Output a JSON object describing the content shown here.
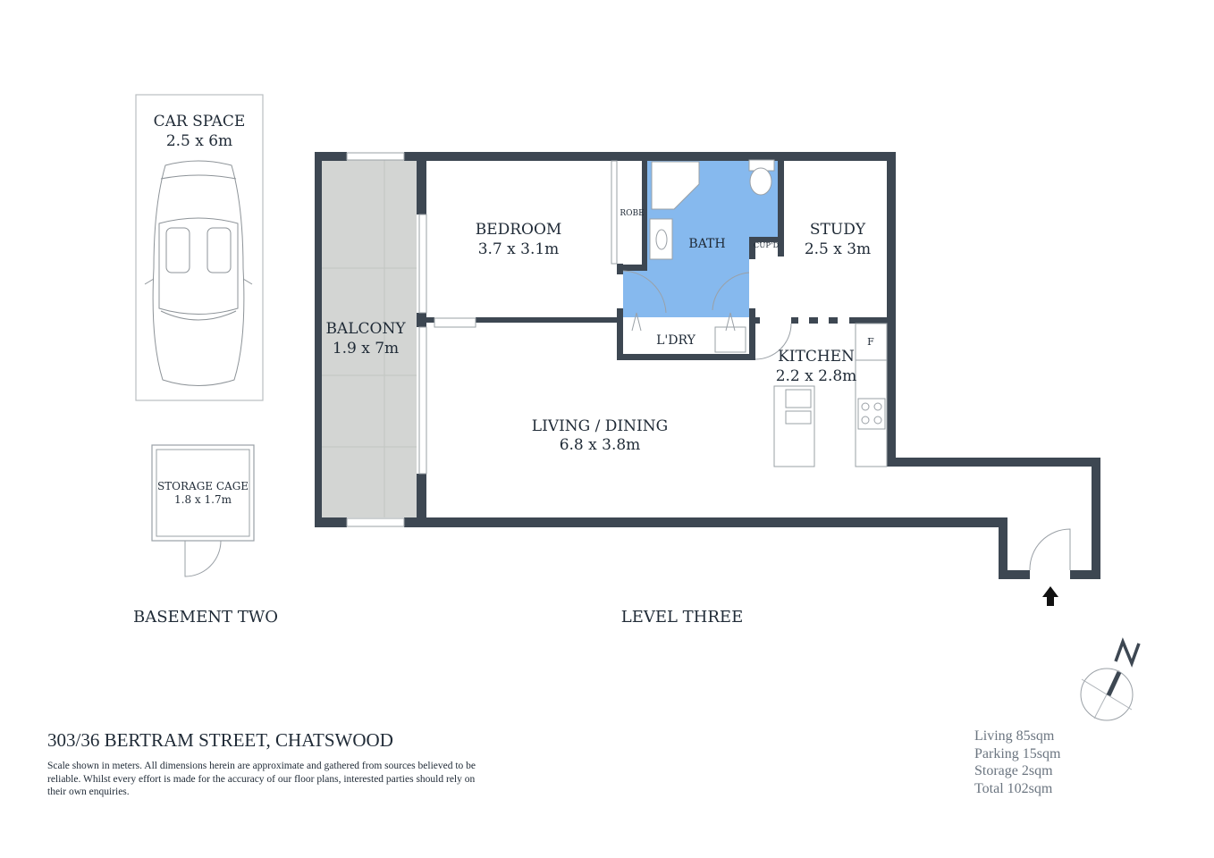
{
  "colors": {
    "wall": "#3d4752",
    "bath": "#86b9ee",
    "balcony": "#d3d5d3",
    "fixture": "#9aa0a6",
    "area_text": "#6b7580"
  },
  "basement": {
    "title": "BASEMENT TWO",
    "car_space": {
      "name": "CAR SPACE",
      "size": "2.5 x 6m"
    },
    "storage": {
      "name": "STORAGE CAGE",
      "size": "1.8 x 1.7m"
    }
  },
  "level": {
    "title": "LEVEL THREE",
    "rooms": {
      "bedroom": {
        "name": "BEDROOM",
        "size": "3.7 x 3.1m"
      },
      "robe": {
        "name": "ROBE"
      },
      "bath": {
        "name": "BATH"
      },
      "cupd": {
        "name": "CUP'D"
      },
      "study": {
        "name": "STUDY",
        "size": "2.5 x 3m"
      },
      "laundry": {
        "name": "L'DRY"
      },
      "kitchen": {
        "name": "KITCHEN",
        "size": "2.2 x 2.8m"
      },
      "fridge": {
        "name": "F"
      },
      "balcony": {
        "name": "BALCONY",
        "size": "1.9 x 7m"
      },
      "living": {
        "name": "LIVING / DINING",
        "size": "6.8 x 3.8m"
      }
    },
    "entry_icon": "arrow-up-icon",
    "compass": {
      "label": "N",
      "icon": "north-compass-icon"
    }
  },
  "footer": {
    "address": "303/36 BERTRAM STREET, CHATSWOOD",
    "disclaimer": "Scale shown in meters. All dimensions herein are approximate and gathered from sources believed to be  reliable. Whilst every effort is made for the accuracy of our floor plans, interested parties should rely on their own enquiries.",
    "areas": [
      "Living 85sqm",
      "Parking 15sqm",
      "Storage 2sqm",
      "Total 102sqm"
    ]
  }
}
